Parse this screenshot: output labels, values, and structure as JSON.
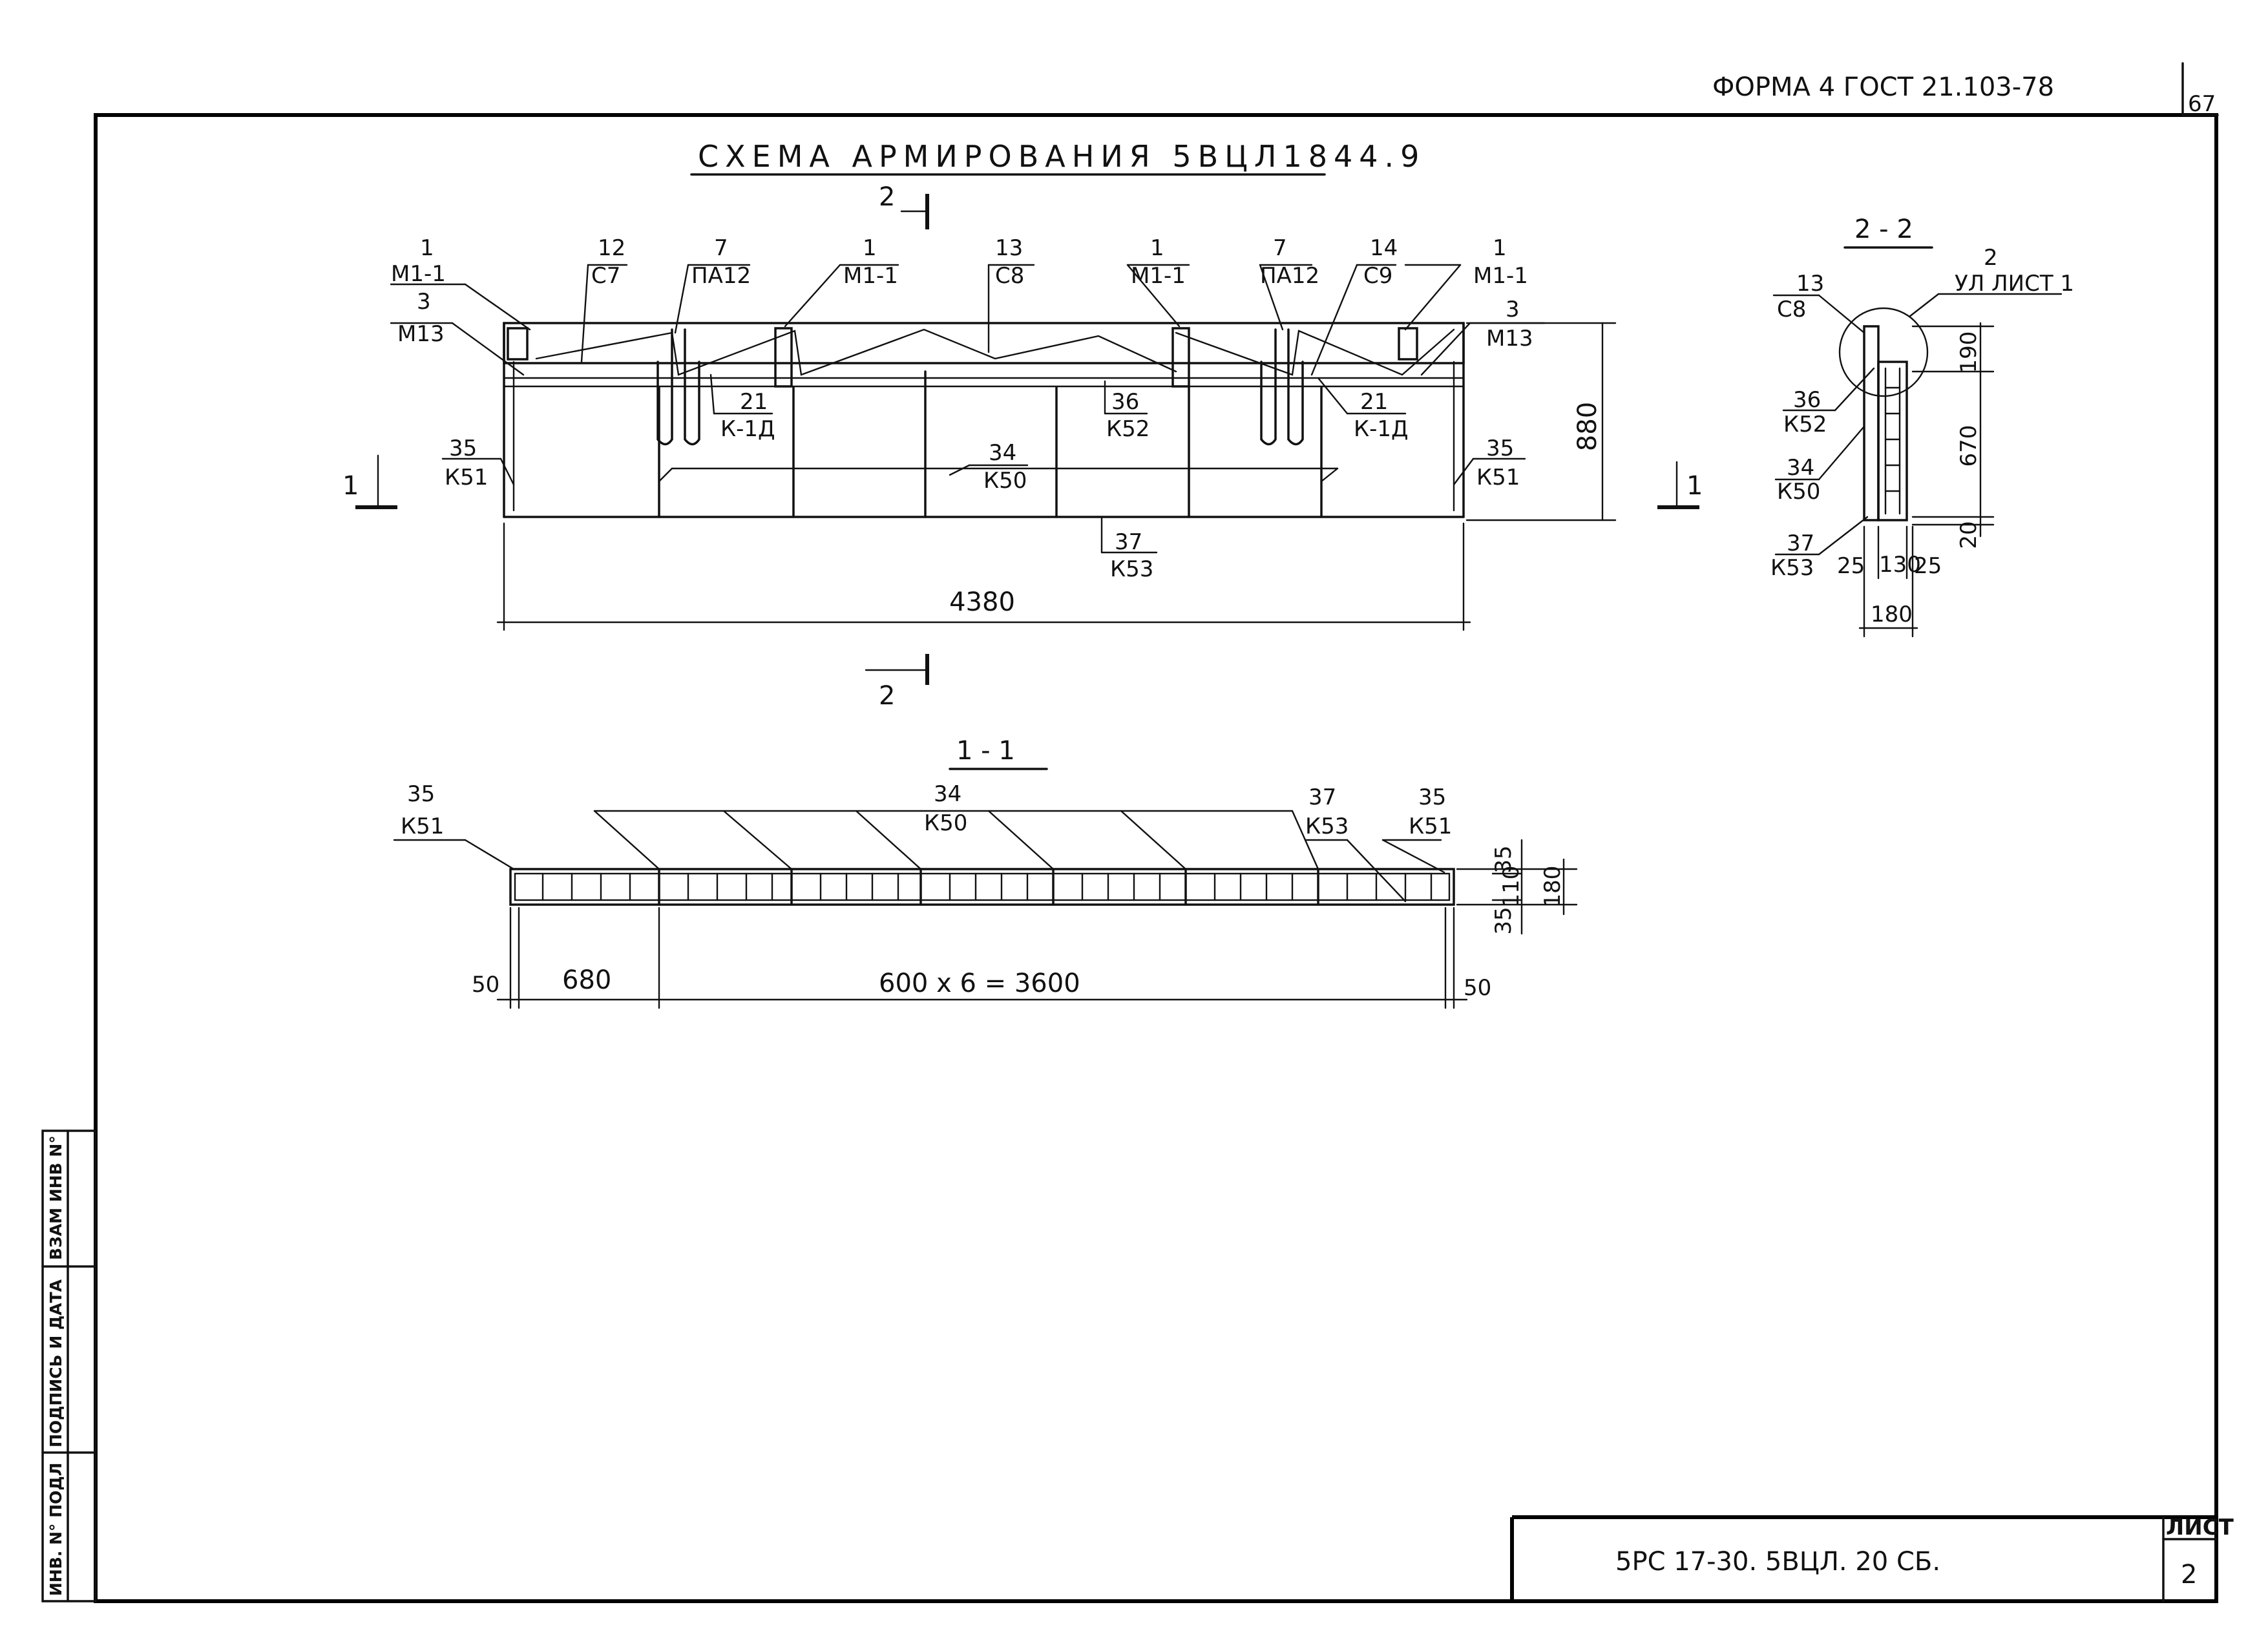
{
  "header": {
    "form_ref": "ФОРМА 4 ГОСТ 21.103-78",
    "sheet_corner": "67"
  },
  "title": "СХЕМА АРМИРОВАНИЯ 5ВЦЛ1844.9",
  "section_marks": {
    "s2": "2",
    "s1": "1",
    "view_2_2": "2 - 2",
    "view_1_1": "1 - 1"
  },
  "elevation_labels": [
    {
      "num": "1",
      "code": "М1-1"
    },
    {
      "num": "3",
      "code": "М13"
    },
    {
      "num": "12",
      "code": "С7"
    },
    {
      "num": "7",
      "code": "ПА12"
    },
    {
      "num": "1",
      "code": "М1-1"
    },
    {
      "num": "13",
      "code": "С8"
    },
    {
      "num": "1",
      "code": "М1-1"
    },
    {
      "num": "7",
      "code": "ПА12"
    },
    {
      "num": "14",
      "code": "С9"
    },
    {
      "num": "1",
      "code": "М1-1"
    },
    {
      "num": "3",
      "code": "М13"
    },
    {
      "num": "35",
      "code": "К51"
    },
    {
      "num": "21",
      "code": "К-1Д"
    },
    {
      "num": "36",
      "code": "К52"
    },
    {
      "num": "34",
      "code": "К50"
    },
    {
      "num": "21",
      "code": "К-1Д"
    },
    {
      "num": "35",
      "code": "К51"
    },
    {
      "num": "37",
      "code": "К53"
    }
  ],
  "elevation_dims": {
    "length": "4380",
    "height": "880"
  },
  "section_2_2": {
    "labels": [
      {
        "num": "13",
        "code": "С8"
      },
      {
        "num": "2",
        "code": "УЛ ЛИСТ 1"
      },
      {
        "num": "36",
        "code": "К52"
      },
      {
        "num": "34",
        "code": "К50"
      },
      {
        "num": "37",
        "code": "К53"
      }
    ],
    "dims": {
      "top": "190",
      "mid": "670",
      "bottom": "20",
      "w_left": "25",
      "w_mid": "130",
      "w_right": "25",
      "total": "180"
    }
  },
  "section_1_1": {
    "labels": [
      {
        "num": "35",
        "code": "К51"
      },
      {
        "num": "34",
        "code": "К50"
      },
      {
        "num": "37",
        "code": "К53"
      },
      {
        "num": "35",
        "code": "К51"
      }
    ],
    "dims": {
      "left_edge": "50",
      "first_span": "680",
      "spans": "600 x 6 = 3600",
      "right_edge": "50",
      "h_top": "35",
      "h_mid": "110",
      "h_bot": "35",
      "h_total": "180"
    }
  },
  "side_stamp": {
    "col1": "ИНВ. N° ПОДЛ",
    "col2": "ПОДПИСЬ И ДАТА",
    "col3": "ВЗАМ ИНВ N°"
  },
  "title_block": {
    "code": "5РС 17-30. 5ВЦЛ. 20 СБ.",
    "sheet_label": "ЛИСТ",
    "sheet_num": "2"
  }
}
